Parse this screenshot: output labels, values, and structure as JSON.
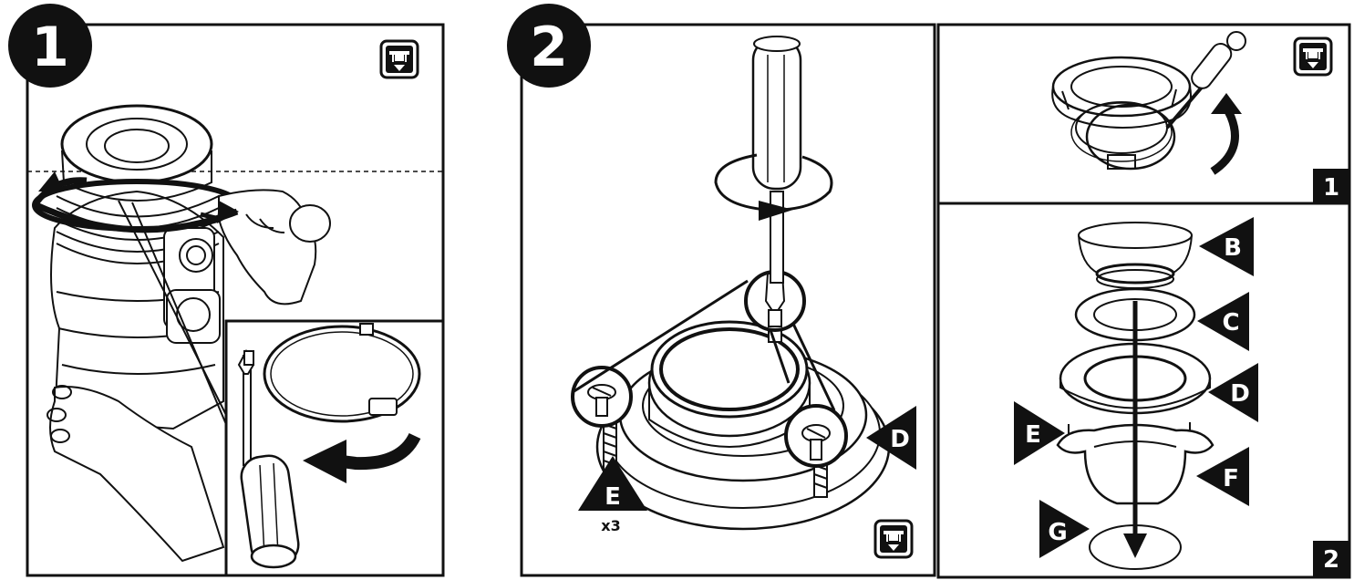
{
  "steps": {
    "step1": {
      "number": "1"
    },
    "step2": {
      "number": "2"
    },
    "sub1": {
      "number": "1"
    },
    "sub2": {
      "number": "2"
    }
  },
  "callouts": {
    "step2_d": "D",
    "step2_e": "E",
    "step2_e_qty": "x3",
    "exploded_b": "B",
    "exploded_c": "C",
    "exploded_d": "D",
    "exploded_e": "E",
    "exploded_f": "F",
    "exploded_g": "G"
  },
  "icons": {
    "mount_icon": "sink-mount-down-icon"
  },
  "colors": {
    "ink": "#111111",
    "paper": "#ffffff",
    "shade": "#d9d9d9"
  }
}
